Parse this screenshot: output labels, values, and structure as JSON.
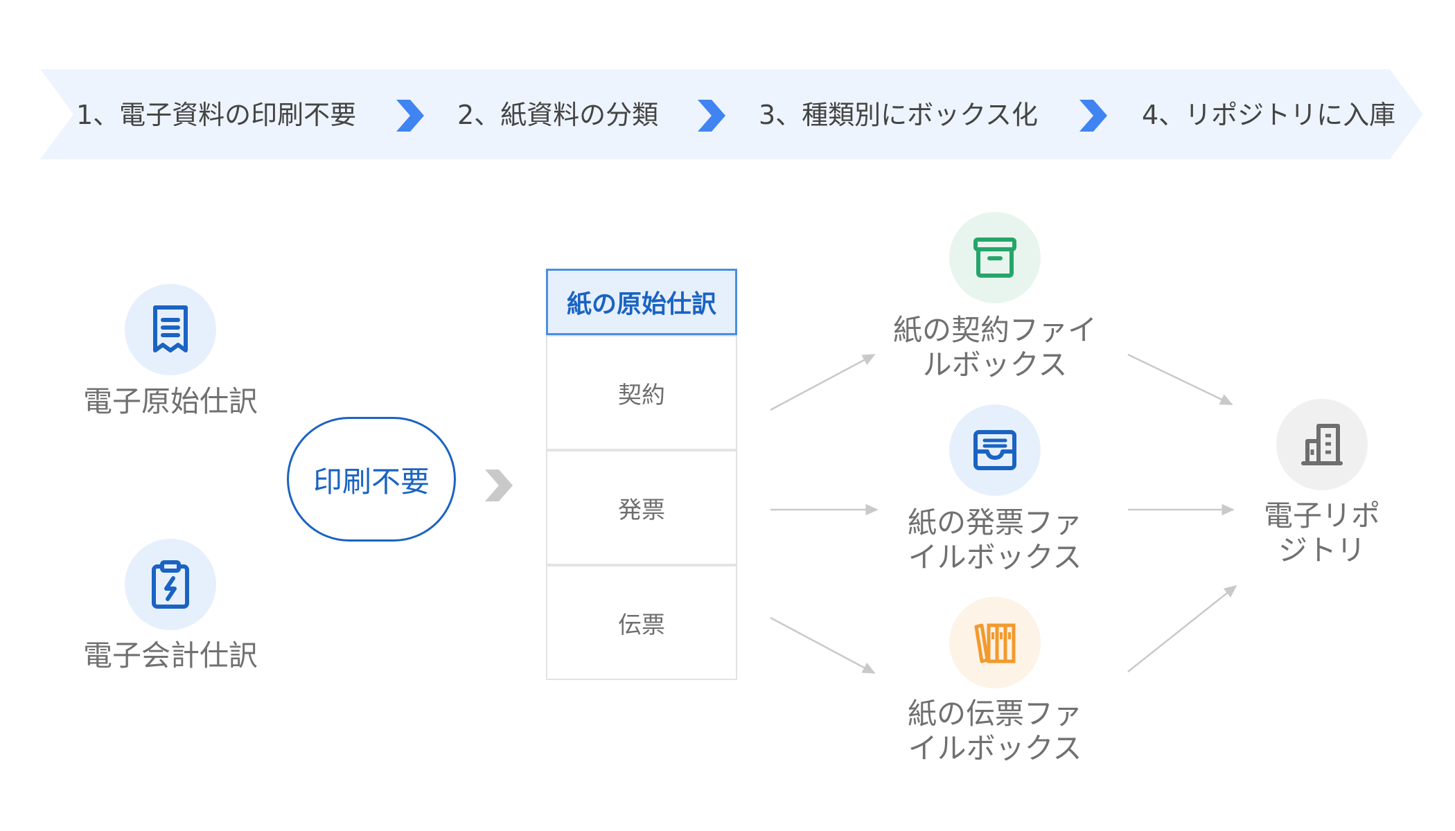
{
  "header": {
    "steps": [
      {
        "label": "1、電子資料の印刷不要"
      },
      {
        "label": "2、紙資料の分類"
      },
      {
        "label": "3、種類別にボックス化"
      },
      {
        "label": "4、リポジトリに入庫"
      }
    ]
  },
  "inputs": [
    {
      "label": "電子原始仕訳",
      "icon": "receipt-icon"
    },
    {
      "label": "電子会計仕訳",
      "icon": "clipboard-lightning-icon"
    }
  ],
  "no_print": {
    "label": "印刷不要"
  },
  "paper_box": {
    "title": "紙の原始仕訳",
    "rows": [
      "契約",
      "発票",
      "伝票"
    ]
  },
  "file_boxes": [
    {
      "line1": "紙の契約ファイ",
      "line2": "ルボックス",
      "icon": "archive-box-icon",
      "color": "#26a56a",
      "bg": "#e8f5ee"
    },
    {
      "line1": "紙の発票ファ",
      "line2": "イルボックス",
      "icon": "inbox-tray-icon",
      "color": "#1a63c2",
      "bg": "#e6f0fc"
    },
    {
      "line1": "紙の伝票ファ",
      "line2": "イルボックス",
      "icon": "binders-icon",
      "color": "#f29a2e",
      "bg": "#fdf3e6"
    }
  ],
  "repository": {
    "line1": "電子リポ",
    "line2": "ジトリ",
    "icon": "building-icon"
  },
  "colors": {
    "banner_bg": "#eef4fd",
    "chevron_blue": "#3f84f0",
    "accent_blue": "#1a63c2",
    "arrow_gray": "#c9c9c9",
    "text_gray": "#6e6e6e"
  }
}
